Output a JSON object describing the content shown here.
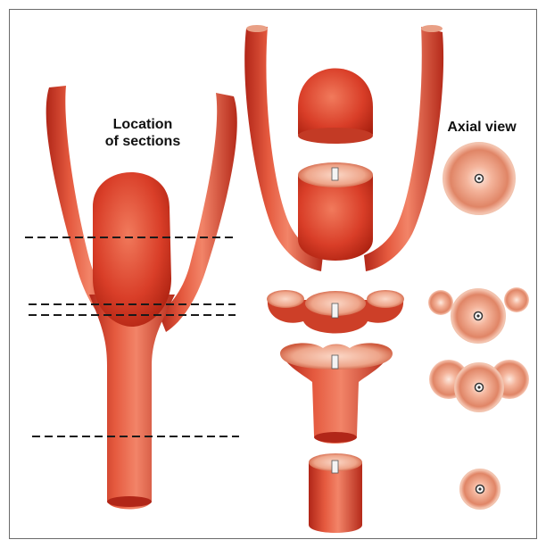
{
  "labels": {
    "location_line1": "Location",
    "location_line2": "of sections",
    "axial_view": "Axial view"
  },
  "colors": {
    "vessel": "#d9442e",
    "vessel_dark": "#b12618",
    "vessel_light": "#f3a28a",
    "cut_face": "#f1b49a",
    "lumen_ring": "#e89a80",
    "dash_line": "#1a1a1a",
    "frame": "#6b6b6b"
  },
  "section_count": 4
}
